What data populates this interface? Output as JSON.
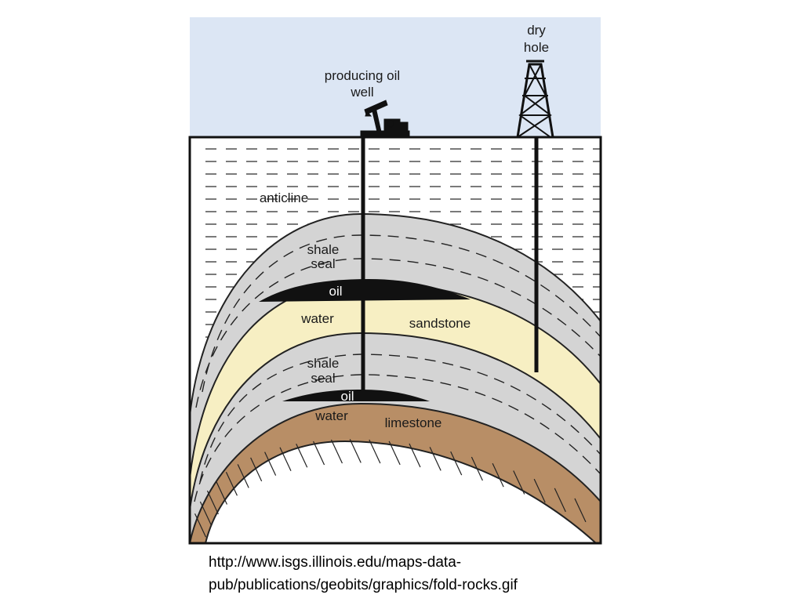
{
  "diagram": {
    "labels": {
      "dry_hole_line1": "dry",
      "dry_hole_line2": "hole",
      "producing_line1": "producing oil",
      "producing_line2": "well",
      "anticline": "anticline",
      "shale_upper_line1": "shale",
      "shale_upper_line2": "seal",
      "oil_upper": "oil",
      "water_upper": "water",
      "sandstone": "sandstone",
      "shale_lower_line1": "shale",
      "shale_lower_line2": "seal",
      "oil_lower": "oil",
      "water_lower": "water",
      "limestone": "limestone"
    },
    "colors": {
      "sky": "#dce6f4",
      "shale": "#d4d4d4",
      "sandstone": "#f7efc3",
      "limestone": "#b88e66",
      "oil": "#111111"
    }
  },
  "caption": {
    "line1": "http://www.isgs.illinois.edu/maps-data-",
    "line2": "pub/publications/geobits/graphics/fold-rocks.gif"
  }
}
